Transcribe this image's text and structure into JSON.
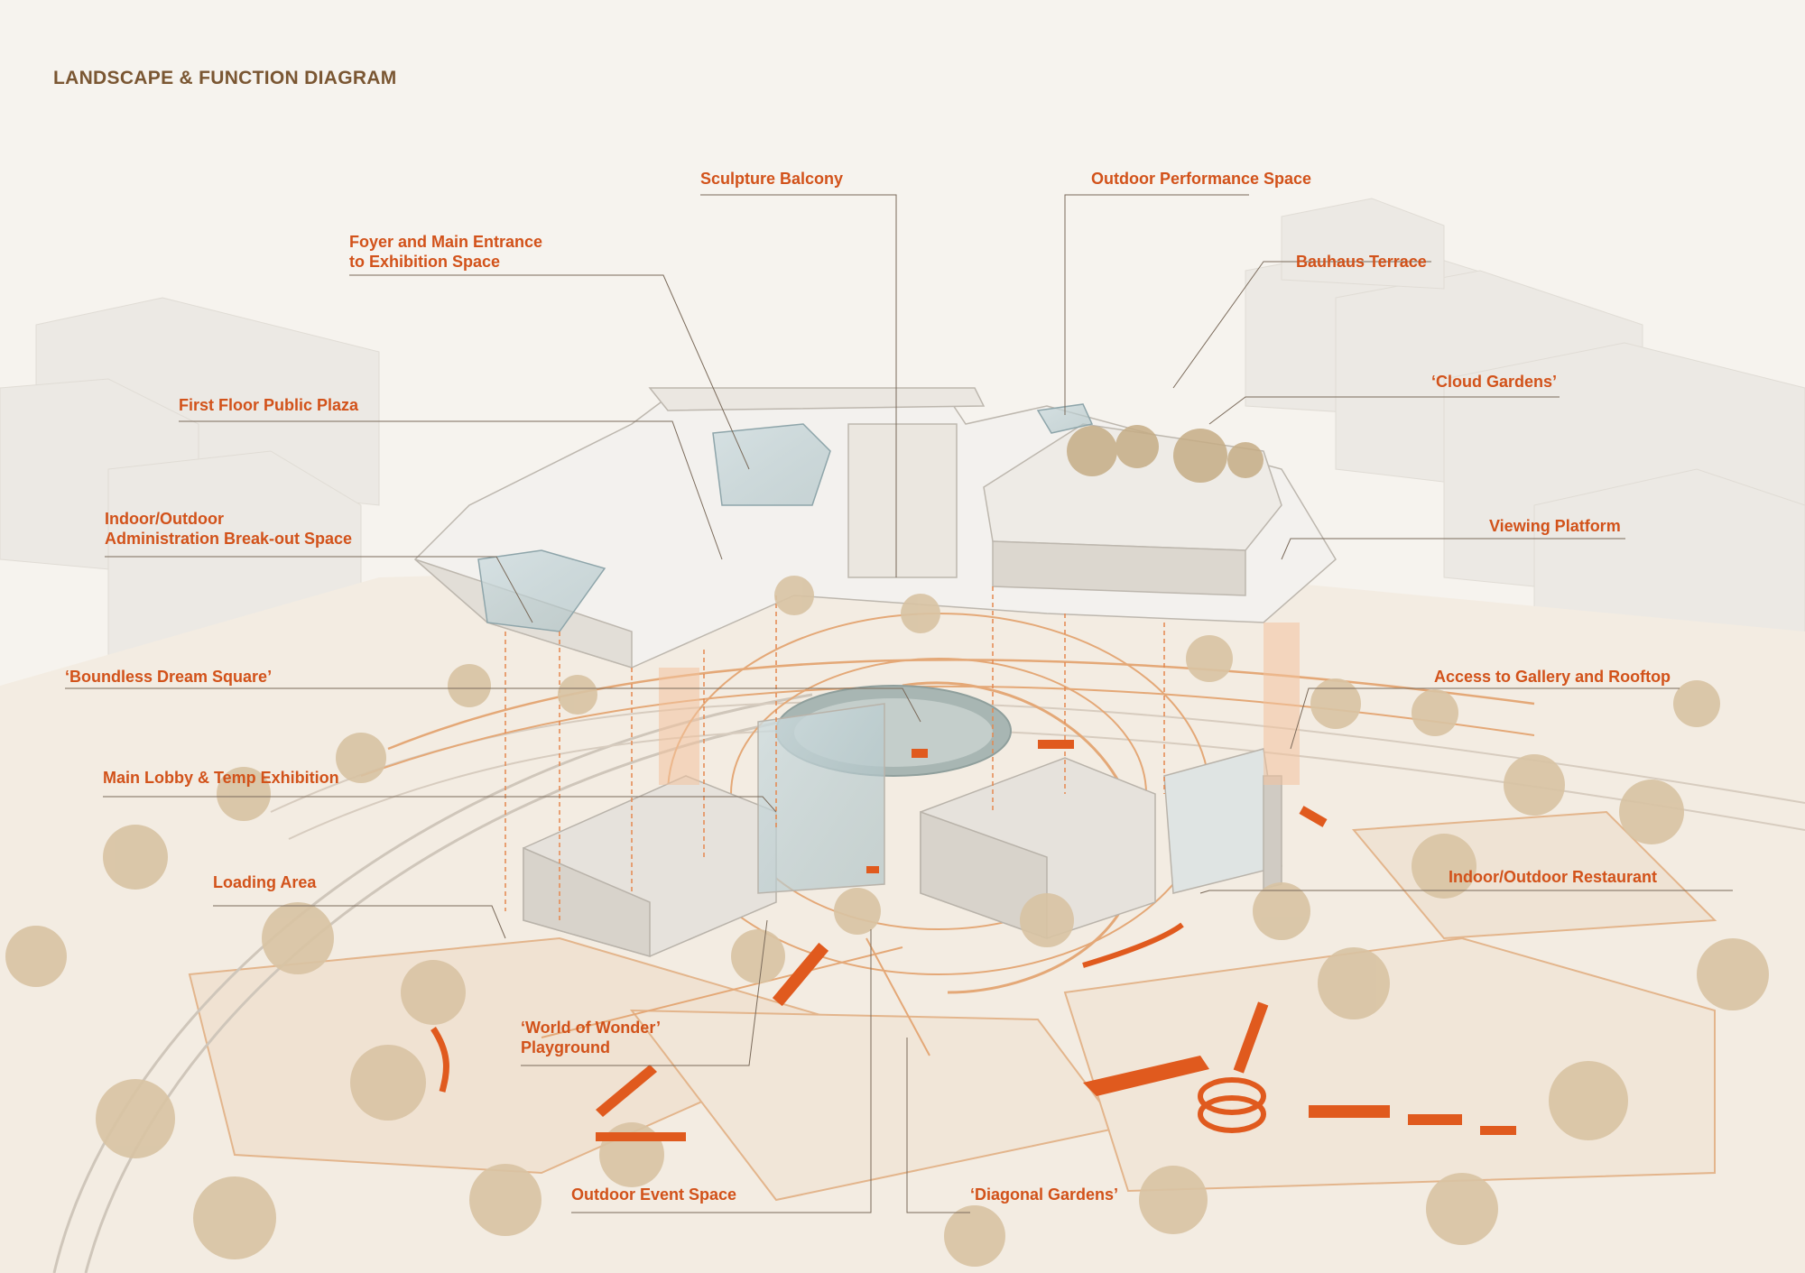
{
  "title": "LANDSCAPE & FUNCTION DIAGRAM",
  "labels": {
    "sculpture_balcony": "Sculpture Balcony",
    "outdoor_performance": "Outdoor Performance Space",
    "foyer_line1": "Foyer and Main Entrance",
    "foyer_line2": "to Exhibition Space",
    "bauhaus_terrace": "Bauhaus Terrace",
    "cloud_gardens": "‘Cloud Gardens’",
    "first_floor_plaza": "First Floor Public Plaza",
    "admin_line1": "Indoor/Outdoor",
    "admin_line2": "Administration Break-out Space",
    "viewing_platform": "Viewing Platform",
    "boundless_dream": "‘Boundless Dream Square’",
    "access_gallery": "Access to Gallery and Rooftop",
    "main_lobby": "Main Lobby & Temp Exhibition",
    "loading_area": "Loading Area",
    "restaurant": "Indoor/Outdoor Restaurant",
    "wonder_line1": "‘World of Wonder’",
    "wonder_line2": "Playground",
    "outdoor_event": "Outdoor Event Space",
    "diagonal_gardens": "‘Diagonal Gardens’"
  },
  "colors": {
    "label": "#d2521a",
    "title": "#7a5632",
    "leader": "#7a6a5a",
    "ground": "#f3ece2",
    "path": "#e0a878",
    "accent": "#e05a1e",
    "tree": "#c8b08c",
    "building": "#ebe8e3"
  }
}
